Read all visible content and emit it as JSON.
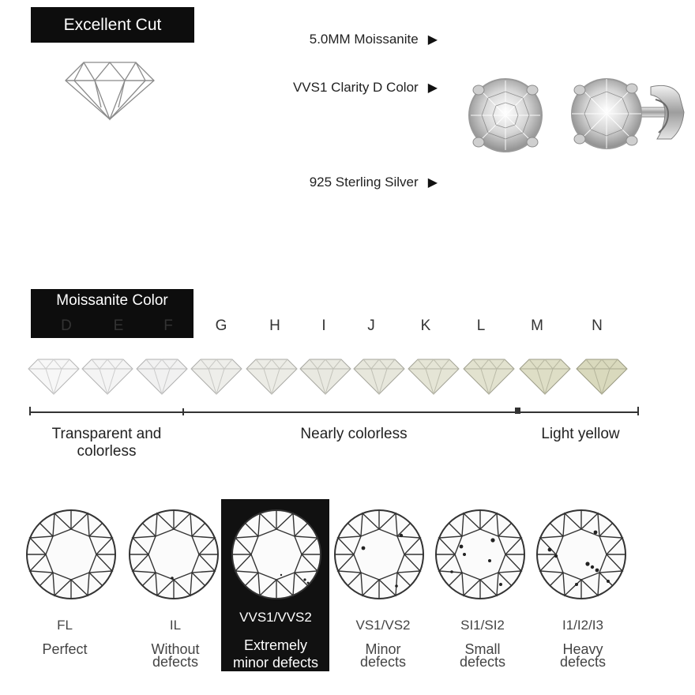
{
  "cut_label": "Excellent Cut",
  "features": [
    {
      "label": "5.0MM Moissanite",
      "arrow": "▶"
    },
    {
      "label": "VVS1 Clarity D Color",
      "arrow": "▶"
    },
    {
      "label": "925 Sterling Silver",
      "arrow": "▶"
    }
  ],
  "color_scale": {
    "title": "Moissanite Color",
    "grades": [
      "D",
      "E",
      "F",
      "G",
      "H",
      "I",
      "J",
      "K",
      "L",
      "M",
      "N"
    ],
    "ranges": [
      "Transparent and colorless",
      "Nearly colorless",
      "Light yellow"
    ]
  },
  "clarity": [
    {
      "code": "FL",
      "desc1": "Perfect",
      "desc2": ""
    },
    {
      "code": "IL",
      "desc1": "Without",
      "desc2": "defects"
    },
    {
      "code": "VVS1/VVS2",
      "desc1": "Extremely",
      "desc2": "minor defects"
    },
    {
      "code": "VS1/VS2",
      "desc1": "Minor",
      "desc2": "defects"
    },
    {
      "code": "SI1/SI2",
      "desc1": "Small",
      "desc2": "defects"
    },
    {
      "code": "I1/I2/I3",
      "desc1": "Heavy",
      "desc2": "defects"
    }
  ],
  "highlighted_clarity": "VVS1/VVS2",
  "colors": {
    "badge": "#0d0d0d",
    "text": "#222222",
    "line": "#333333"
  }
}
